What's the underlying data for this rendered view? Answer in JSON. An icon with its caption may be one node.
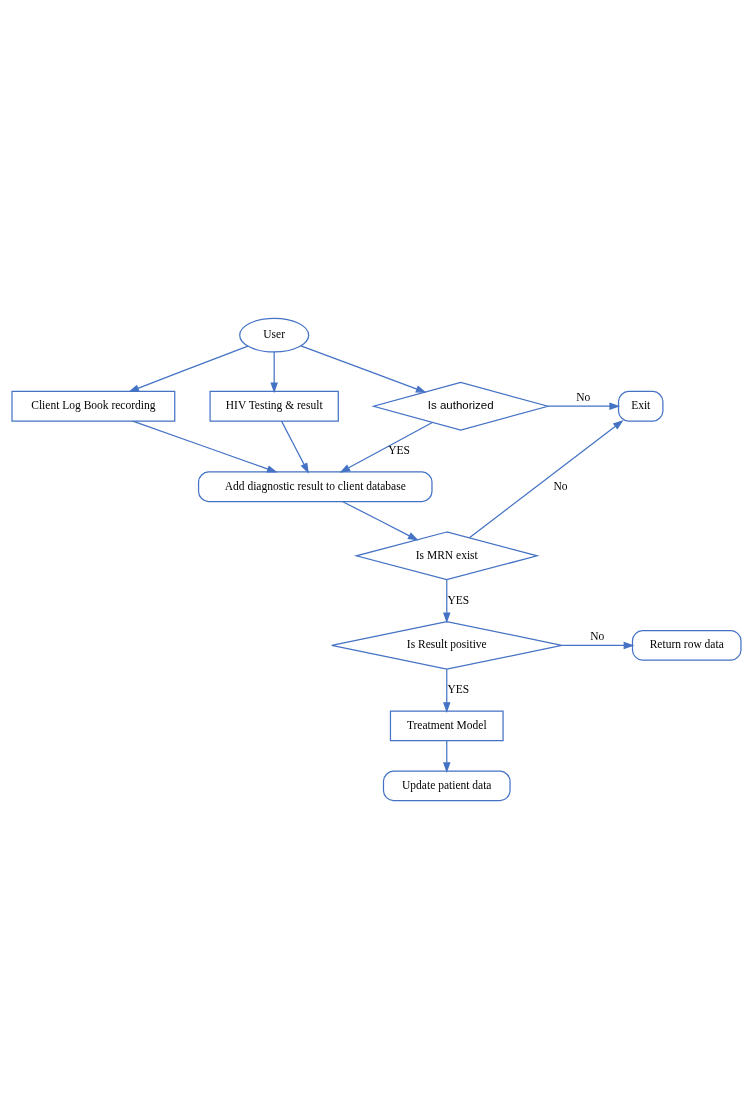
{
  "diagram": {
    "nodes": [
      {
        "text": [
          "User"
        ]
      },
      {
        "text": [
          "Client Log Book recording"
        ]
      },
      {
        "text": [
          "HIV Testing & result"
        ]
      },
      {
        "text": [
          "Is authorized"
        ]
      },
      {
        "text": [
          "Exit"
        ]
      },
      {
        "text": [
          "Add diagnostic result to client database"
        ]
      },
      {
        "text": [
          "Is MRN exist"
        ]
      },
      {
        "text": [
          "Is Result positive"
        ]
      },
      {
        "text": [
          "Return row data"
        ]
      },
      {
        "text": [
          "Treatment Model"
        ]
      },
      {
        "text": [
          "Update patient data"
        ]
      }
    ],
    "edges": [
      {
        "from": 0,
        "to": 1,
        "arrow": "to"
      },
      {
        "from": 0,
        "to": 2,
        "arrow": "to"
      },
      {
        "from": 0,
        "to": 3,
        "arrow": "to"
      },
      {
        "from": 3,
        "to": 4,
        "arrow": "to",
        "label": "No"
      },
      {
        "from": 3,
        "to": 5,
        "arrow": "to",
        "label": "YES"
      },
      {
        "from": 1,
        "to": 5,
        "arrow": "to"
      },
      {
        "from": 2,
        "to": 5,
        "arrow": "to"
      },
      {
        "from": 5,
        "to": 6,
        "arrow": "to"
      },
      {
        "from": 6,
        "to": 4,
        "arrow": "to",
        "label": "No"
      },
      {
        "from": 6,
        "to": 7,
        "arrow": "to",
        "label": "YES"
      },
      {
        "from": 7,
        "to": 8,
        "arrow": "to",
        "label": "No"
      },
      {
        "from": 7,
        "to": 9,
        "arrow": "to",
        "label": "YES"
      },
      {
        "from": 9,
        "to": 10,
        "arrow": "to"
      }
    ]
  }
}
